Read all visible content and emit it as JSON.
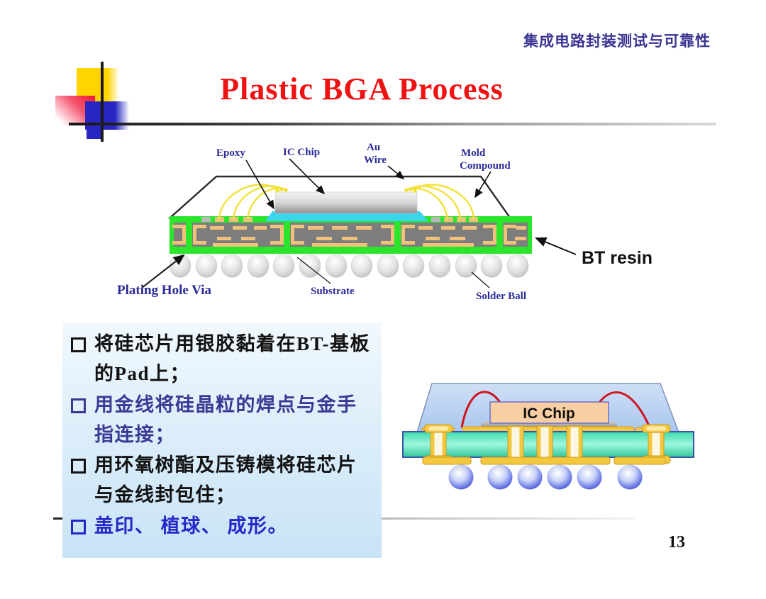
{
  "header": {
    "course_title": "集成电路封装测试与可靠性"
  },
  "slide": {
    "title": "Plastic BGA Process",
    "page_number": "13"
  },
  "colors": {
    "title_red": "#ee1212",
    "header_navy": "#3a3492",
    "diagram_label_blue": "#2a2a99",
    "substrate_green": "#2ae52a",
    "core_gray": "#7d7d7d",
    "trace_tan": "#eec27c",
    "epoxy_cyan": "#3bd6ee",
    "wire_gold": "#f1e23a",
    "bt_resin_text": "#111111",
    "steps_box_blue": "#c8e3f6",
    "side_substrate_teal": "#4fe0b2",
    "side_gold": "#f3c83f",
    "side_ball_blue": "#2a35b8",
    "side_wire_red": "#cf1420",
    "side_mold_sky": "#b9d1f1",
    "side_chip_peach": "#f8cfa2"
  },
  "diagram_top": {
    "labels": {
      "epoxy": "Epoxy",
      "ic_chip": "IC Chip",
      "au_wire": [
        "Au",
        "Wire"
      ],
      "mold_compound": [
        "Mold",
        "Compound"
      ],
      "bt_resin": "BT resin",
      "plating_hole_via": "Plating Hole Via",
      "substrate": "Substrate",
      "solder_ball": "Solder Ball"
    }
  },
  "diagram_bottom": {
    "chip_label": "IC Chip"
  },
  "steps": {
    "items": [
      {
        "text": "将硅芯片用银胶黏着在BT-基板的Pad上；",
        "color": "#121212"
      },
      {
        "text": "用金线将硅晶粒的焊点与金手指连接；",
        "color": "#3a3a94"
      },
      {
        "text": "用环氧树酯及压铸模将硅芯片与金线封包住；",
        "color": "#121212"
      },
      {
        "text": "盖印、 植球、 成形。",
        "color": "#2626c8"
      }
    ]
  }
}
